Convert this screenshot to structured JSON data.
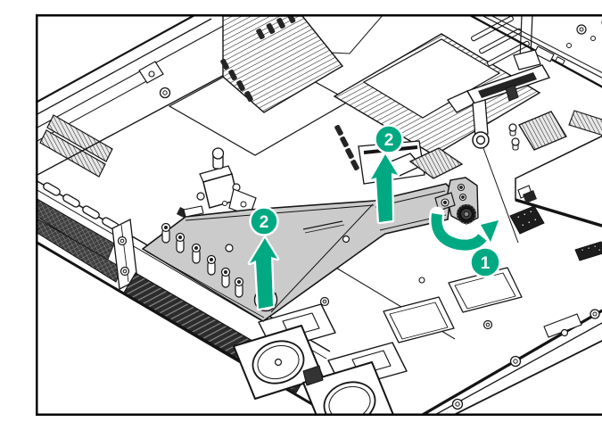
{
  "figure": {
    "kind": "hardware-removal-illustration",
    "subject": "server chassis interior with riser cage lift and thumbscrew rotation steps",
    "background_color": "#ffffff",
    "frame_color": "#000000",
    "line_color": "#141414",
    "accent_color": "#01a982",
    "metal_fill": "#cbcbcb",
    "dark_fill": "#242424",
    "badge_text_color": "#ffffff"
  },
  "callouts": {
    "step1": {
      "label": "1"
    },
    "step2_upper": {
      "label": "2"
    },
    "step2_lower": {
      "label": "2"
    }
  },
  "icons": {
    "lift_arrow_upper": "up-arrow-icon",
    "lift_arrow_lower": "up-arrow-icon",
    "rotate_arrow": "curved-rotate-arrow-icon",
    "thumbscrew": "thumbscrew-knob-icon"
  }
}
